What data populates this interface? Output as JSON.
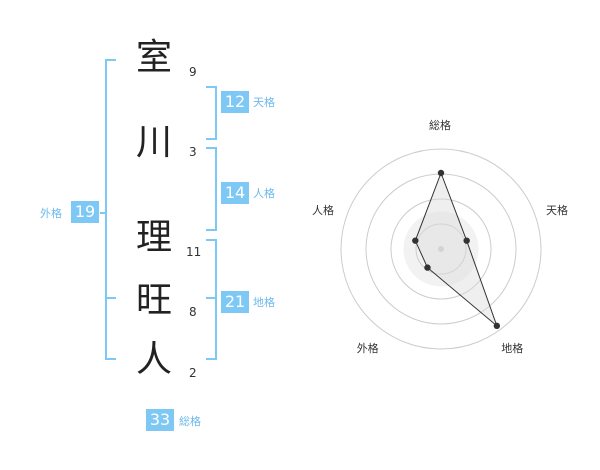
{
  "name": {
    "chars": [
      {
        "char": "室",
        "strokes": "9"
      },
      {
        "char": "川",
        "strokes": "3"
      },
      {
        "char": "理",
        "strokes": "11"
      },
      {
        "char": "旺",
        "strokes": "8"
      },
      {
        "char": "人",
        "strokes": "2"
      }
    ]
  },
  "kakusu": {
    "tenkaku": {
      "value": "12",
      "label": "天格"
    },
    "jinkaku": {
      "value": "14",
      "label": "人格"
    },
    "chikaku": {
      "value": "21",
      "label": "地格"
    },
    "gaikaku": {
      "value": "19",
      "label": "外格"
    },
    "soukaku": {
      "value": "33",
      "label": "総格"
    }
  },
  "radar": {
    "labels": [
      "総格",
      "天格",
      "地格",
      "外格",
      "人格"
    ],
    "values": [
      0.76,
      0.27,
      0.95,
      0.23,
      0.27
    ],
    "ring_count": 4,
    "line_color": "#333333",
    "grid_color": "#cccccc"
  },
  "colors": {
    "accent": "#7ec8f5"
  }
}
